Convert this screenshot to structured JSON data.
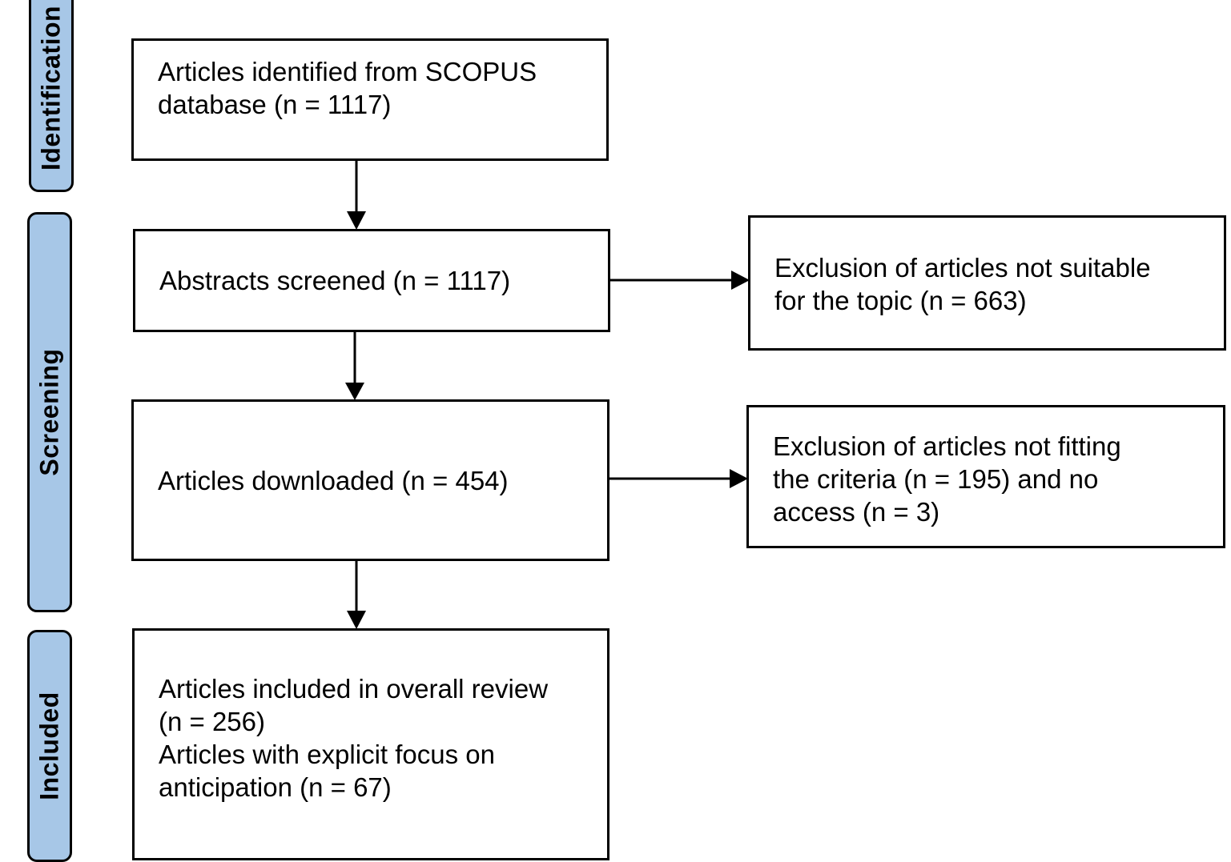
{
  "stages": {
    "identification": "Identification",
    "screening": "Screening",
    "included": "Included"
  },
  "boxes": {
    "identified": [
      "Articles identified from SCOPUS",
      "database (n = 1117)"
    ],
    "screened": [
      "Abstracts screened (n = 1117)"
    ],
    "downloaded": [
      "Articles downloaded (n = 454)"
    ],
    "included": [
      "Articles included in overall review",
      "(n = 256)",
      "Articles with explicit focus on",
      "anticipation (n = 67)"
    ],
    "excluded_topic": [
      "Exclusion of articles not suitable",
      "for the topic (n = 663)"
    ],
    "excluded_criteria": [
      "Exclusion of articles not fitting",
      "the criteria (n = 195) and no",
      "access (n = 3)"
    ]
  },
  "colors": {
    "stage_fill": "#a7c7e7",
    "stroke": "#000000"
  }
}
